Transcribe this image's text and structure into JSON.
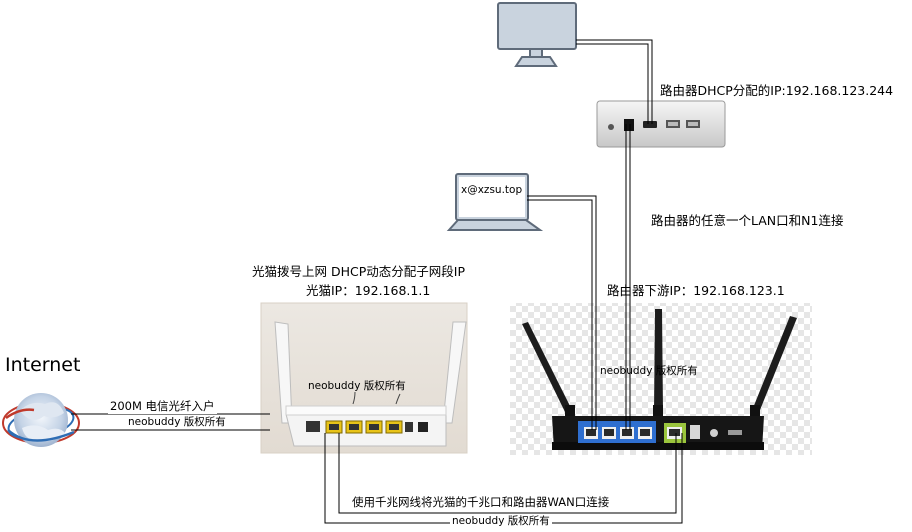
{
  "labels": {
    "router_dhcp_ip": "路由器DHCP分配的IP:192.168.123.244",
    "laptop_email": "x@xzsu.top",
    "lan_to_n1": "路由器的任意一个LAN口和N1连接",
    "modem_dialup": "光猫拨号上网 DHCP动态分配子网段IP",
    "modem_ip": "光猫IP：192.168.1.1",
    "router_downstream_ip": "路由器下游IP：192.168.123.1",
    "internet": "Internet",
    "fiber_in": "200M 电信光纤入户",
    "copyright_left": "neobuddy 版权所有",
    "copyright_modem": "neobuddy 版权所有",
    "copyright_router": "neobuddy 版权所有",
    "gigabit_wan": "使用千兆网线将光猫的千兆口和路由器WAN口连接",
    "copyright_bottom": "neobuddy 版权所有"
  },
  "colors": {
    "device_outline": "#5f6b7a",
    "device_fill": "#c9d3de",
    "lan_port_blue": "#2f6fd0",
    "wan_port_green": "#9bc53d",
    "modem_port_yellow": "#e8c318",
    "cable": "#000000"
  },
  "icons": [
    "monitor-icon",
    "n1-box-icon",
    "laptop-icon",
    "globe-icon",
    "modem-photo",
    "router-photo"
  ]
}
